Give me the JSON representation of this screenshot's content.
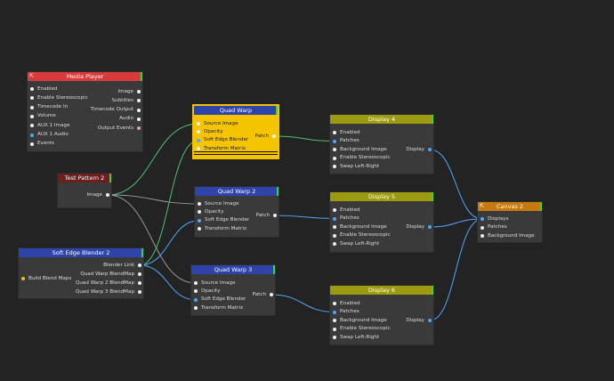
{
  "nodes": {
    "media_player": {
      "title": "Media Player",
      "header_color": "#d93a3a",
      "inputs": [
        "Enabled",
        "Enable Stereoscopic",
        "Timecode In",
        "Volume",
        "AUX 1 Image",
        "AUX 1 Audio",
        "Events"
      ],
      "outputs": [
        "Image",
        "Subtitles",
        "Timecode Output",
        "Audio",
        "Output Events"
      ]
    },
    "test_pattern_2": {
      "title": "Test Pattern 2",
      "header_color": "#6b1f1f",
      "outputs": [
        "Image"
      ]
    },
    "soft_edge_blender_2": {
      "title": "Soft Edge Blender 2",
      "header_color": "#2f44a8",
      "inputs": [
        "Build Blend Maps"
      ],
      "outputs": [
        "Blender Link",
        "Quad Warp BlendMap",
        "Quad Warp 2 BlendMap",
        "Quad Warp 3 BlendMap"
      ]
    },
    "quad_warp": {
      "title": "Quad Warp",
      "header_color": "#2f44a8",
      "inputs": [
        "Source Image",
        "Opacity",
        "Soft Edge Blender",
        "Transform Matrix"
      ],
      "outputs": [
        "Patch"
      ]
    },
    "quad_warp_2": {
      "title": "Quad Warp 2",
      "header_color": "#2f44a8",
      "inputs": [
        "Source Image",
        "Opacity",
        "Soft Edge Blender",
        "Transform Matrix"
      ],
      "outputs": [
        "Patch"
      ]
    },
    "quad_warp_3": {
      "title": "Quad Warp 3",
      "header_color": "#2f44a8",
      "inputs": [
        "Source Image",
        "Opacity",
        "Soft Edge Blender",
        "Transform Matrix"
      ],
      "outputs": [
        "Patch"
      ]
    },
    "display_4": {
      "title": "Display 4",
      "header_color": "#9c9a10",
      "inputs": [
        "Enabled",
        "Patches",
        "Background Image",
        "Enable Stereoscopic",
        "Swap Left-Right"
      ],
      "outputs": [
        "Display"
      ]
    },
    "display_5": {
      "title": "Display 5",
      "header_color": "#9c9a10",
      "inputs": [
        "Enabled",
        "Patches",
        "Background Image",
        "Enable Stereoscopic",
        "Swap Left-Right"
      ],
      "outputs": [
        "Display"
      ]
    },
    "display_6": {
      "title": "Display 6",
      "header_color": "#9c9a10",
      "inputs": [
        "Enabled",
        "Patches",
        "Background Image",
        "Enable Stereoscopic",
        "Swap Left-Right"
      ],
      "outputs": [
        "Display"
      ]
    },
    "canvas_2": {
      "title": "Canvas 2",
      "header_color": "#c47a10",
      "inputs": [
        "Displays",
        "Patches",
        "Background Image"
      ]
    }
  },
  "colors": {
    "background": "#232323",
    "node_body": "#3a3a3a",
    "selected_body": "#f5c400",
    "wire_green": "#4fc26a",
    "wire_blue": "#4fa8ff",
    "wire_white": "#9a9a9a",
    "active_flag": "#39d639"
  },
  "icons": {
    "external_link": "external-link-icon"
  }
}
